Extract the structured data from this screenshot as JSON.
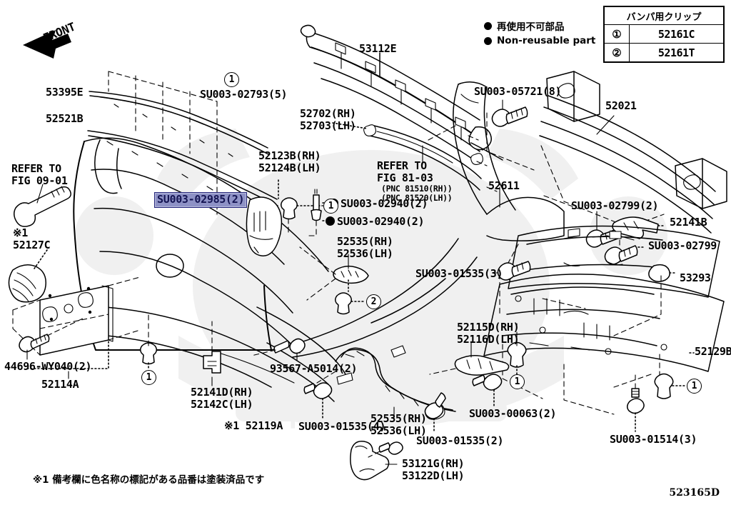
{
  "diagram": {
    "number": "523165D",
    "front_arrow_label": "FRONT",
    "footer_note": "※1 備考欄に色名称の標記がある品番は塗装済品です"
  },
  "legend": {
    "items": [
      {
        "icon": "black-dot",
        "label": "再使用不可部品"
      },
      {
        "icon": "black-dot",
        "label": "Non-reusable part"
      }
    ]
  },
  "clip_table": {
    "header": "バンパ用クリップ",
    "rows": [
      {
        "ref": "①",
        "part": "52161C"
      },
      {
        "ref": "②",
        "part": "52161T"
      }
    ]
  },
  "callouts": {
    "c1": "53395E",
    "c2": "52521B",
    "c3": "SU003-02793(5)",
    "c4": "REFER TO\nFIG 09-01",
    "c5": "※1\n52127C",
    "c6": "44696-WY040(2)",
    "c7": "52114A",
    "c8": "SU003-02985(2)",
    "c9": "52123B(RH)\n52124B(LH)",
    "c10": "53112E",
    "c11": "52702(RH)\n52703(LH)",
    "c12": "REFER TO\nFIG 81-03",
    "c13": "(PNC 81510(RH))\n(PNC 81520(LH))",
    "c14": "SU003-02940(2)",
    "c15": "SU003-02940(2)",
    "c16": "52535(RH)\n52536(LH)",
    "c17": "SU003-05721(8)",
    "c18": "52021",
    "c19": "52611",
    "c20": "SU003-02799(2)",
    "c21": "52141B",
    "c22": "SU003-02799",
    "c23": "SU003-01535(3)",
    "c24": "53293",
    "c25": "52115D(RH)\n52116D(LH)",
    "c26": "52129B",
    "c27": "93567-A5014(2)",
    "c28": "52141D(RH)\n52142C(LH)",
    "c29": "※1 52119A",
    "c30": "SU003-01535(4)",
    "c31": "52535(RH)\n52536(LH)",
    "c32": "SU003-01535(2)",
    "c33": "SU003-00063(2)",
    "c34": "53121G(RH)\n53122D(LH)",
    "c35": "SU003-01514(3)"
  },
  "ref_markers": {
    "m1": "1",
    "m2": "1",
    "m3": "2",
    "m4": "1",
    "m5": "1",
    "m6": "1"
  },
  "colors": {
    "ink": "#000000",
    "paper": "#ffffff",
    "highlight_bg": "#8e92c6",
    "highlight_border": "#23247a",
    "highlight_text": "#141452",
    "watermark": "#f0f0f0"
  }
}
